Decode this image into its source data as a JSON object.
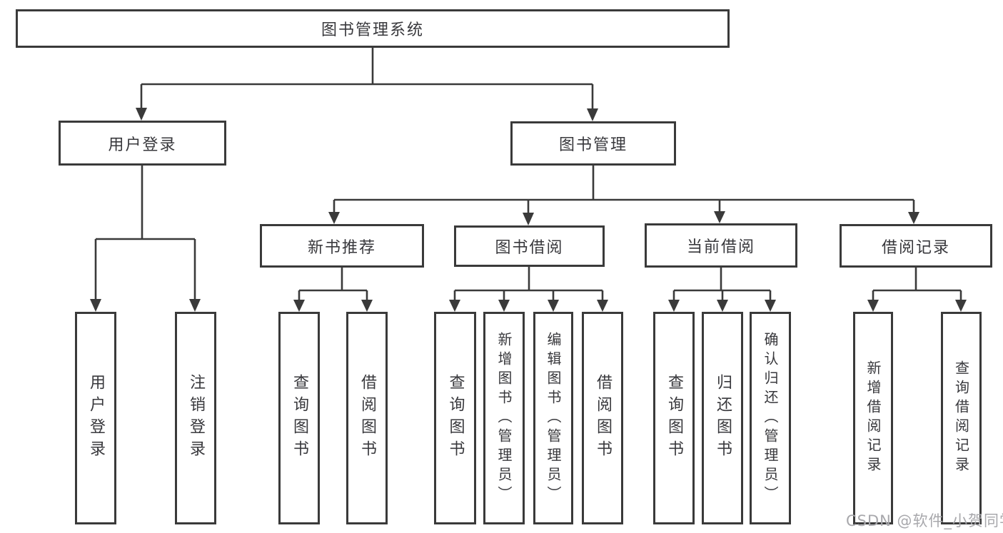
{
  "nodes": {
    "root": "图书管理系统",
    "user_login": "用户登录",
    "book_mgmt": "图书管理",
    "new_books": "新书推荐",
    "book_borrow": "图书借阅",
    "current_borrow": "当前借阅",
    "borrow_records": "借阅记录"
  },
  "leaves": {
    "user_login": [
      "用户登录",
      "注销登录"
    ],
    "new_books": [
      "查询图书",
      "借阅图书"
    ],
    "book_borrow": [
      "查询图书",
      "新增图书（管理员）",
      "编辑图书（管理员）",
      "借阅图书"
    ],
    "current_borrow": [
      "查询图书",
      "归还图书",
      "确认归还（管理员）"
    ],
    "borrow_records": [
      "新增借阅记录",
      "查询借阅记录"
    ]
  },
  "watermark": "CSDN @软件_小贺同学",
  "colors": {
    "line": "#3a3a3a",
    "text": "#38383c",
    "watermark": "#a8a8ac",
    "background": "#ffffff"
  }
}
